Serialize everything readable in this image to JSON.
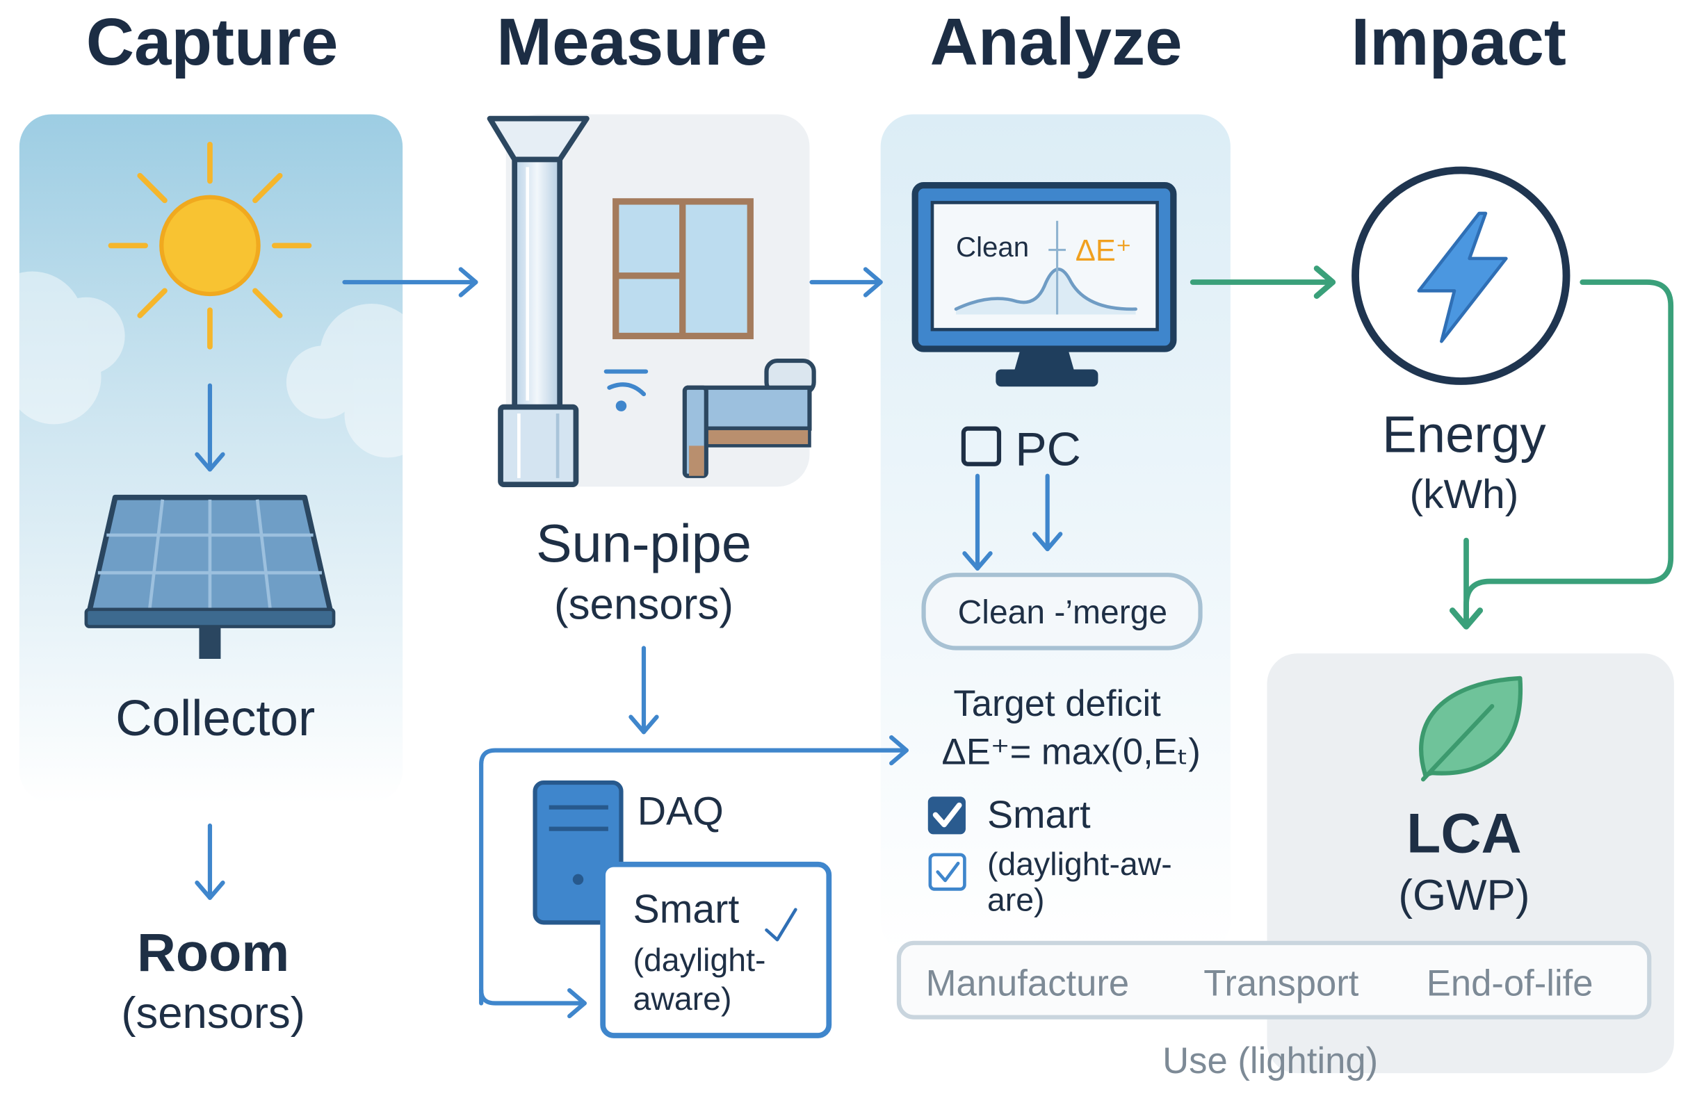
{
  "columns": {
    "capture": "Capture",
    "measure": "Measure",
    "analyze": "Analyze",
    "impact": "Impact"
  },
  "capture": {
    "collector_label": "Collector",
    "room_label": "Room",
    "room_sub": "(sensors)"
  },
  "measure": {
    "sunpipe_label": "Sun-pipe",
    "sunpipe_sub": "(sensors)",
    "daq_label": "DAQ",
    "smart_card": {
      "title": "Smart",
      "line1": "(daylight-",
      "line2": "aware)"
    }
  },
  "analyze": {
    "screen": {
      "label": "Clean",
      "metric": "ΔE⁺"
    },
    "pc_label": "PC",
    "merge_label": "Clean -’merge",
    "target": {
      "title": "Target deficit",
      "formula": "ΔE⁺= max(0,Eₜ)"
    },
    "options": [
      {
        "label": "Smart",
        "checked": true
      },
      {
        "line1": "(daylight-aw-",
        "line2": "are)",
        "checked": true
      }
    ]
  },
  "impact": {
    "energy_label": "Energy",
    "energy_unit": "(kWh)",
    "lca_label": "LCA",
    "lca_unit": "(GWP)",
    "stages": [
      "Manufacture",
      "Transport",
      "End-of-life"
    ],
    "use_stage": "Use (lighting)"
  },
  "icons": [
    "sun-icon",
    "solar-panel-icon",
    "sun-pipe-icon",
    "window-icon",
    "wifi-icon",
    "bed-icon",
    "server-icon",
    "checkmark-icon",
    "monitor-icon",
    "square-icon",
    "checkbox-checked-icon",
    "lightning-bolt-icon",
    "leaf-icon"
  ],
  "colors": {
    "accent_blue": "#3f86cc",
    "flow_green": "#3aa07a",
    "sun_yellow": "#f8c332",
    "metric_orange": "#f0a01f",
    "text_navy": "#1e2f45",
    "muted_gray": "#7d8a96"
  }
}
